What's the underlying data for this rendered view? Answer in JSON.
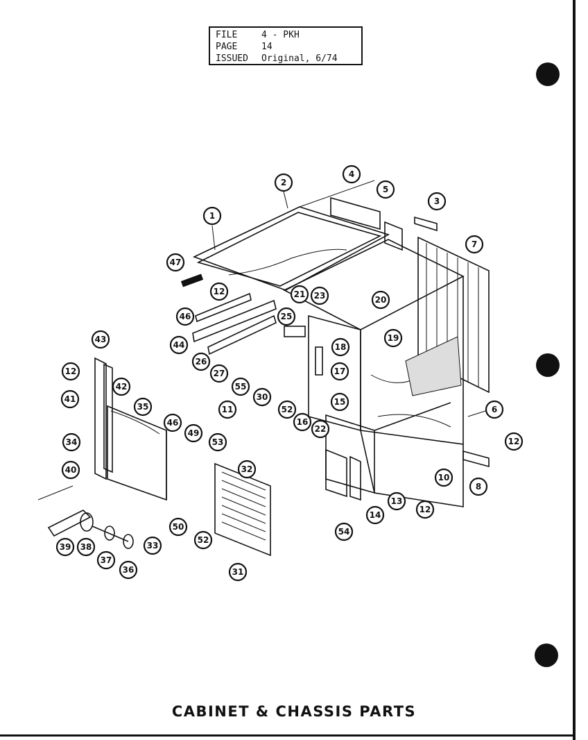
{
  "header": {
    "rows": [
      {
        "label": "FILE",
        "value": "4 - PKH"
      },
      {
        "label": "PAGE",
        "value": "14"
      },
      {
        "label": "ISSUED",
        "value": "Original, 6/74"
      }
    ]
  },
  "title": "CABINET & CHASSIS PARTS",
  "callouts": [
    {
      "n": "1"
    },
    {
      "n": "2"
    },
    {
      "n": "3"
    },
    {
      "n": "4"
    },
    {
      "n": "5"
    },
    {
      "n": "6"
    },
    {
      "n": "7"
    },
    {
      "n": "8"
    },
    {
      "n": "10"
    },
    {
      "n": "11"
    },
    {
      "n": "12"
    },
    {
      "n": "12"
    },
    {
      "n": "12"
    },
    {
      "n": "12"
    },
    {
      "n": "13"
    },
    {
      "n": "14"
    },
    {
      "n": "15"
    },
    {
      "n": "16"
    },
    {
      "n": "17"
    },
    {
      "n": "18"
    },
    {
      "n": "19"
    },
    {
      "n": "20"
    },
    {
      "n": "21"
    },
    {
      "n": "22"
    },
    {
      "n": "23"
    },
    {
      "n": "25"
    },
    {
      "n": "26"
    },
    {
      "n": "27"
    },
    {
      "n": "30"
    },
    {
      "n": "31"
    },
    {
      "n": "32"
    },
    {
      "n": "33"
    },
    {
      "n": "34"
    },
    {
      "n": "35"
    },
    {
      "n": "36"
    },
    {
      "n": "37"
    },
    {
      "n": "38"
    },
    {
      "n": "39"
    },
    {
      "n": "40"
    },
    {
      "n": "41"
    },
    {
      "n": "42"
    },
    {
      "n": "43"
    },
    {
      "n": "44"
    },
    {
      "n": "46"
    },
    {
      "n": "46"
    },
    {
      "n": "47"
    },
    {
      "n": "49"
    },
    {
      "n": "50"
    },
    {
      "n": "52"
    },
    {
      "n": "52"
    },
    {
      "n": "53"
    },
    {
      "n": "54"
    },
    {
      "n": "55"
    }
  ]
}
